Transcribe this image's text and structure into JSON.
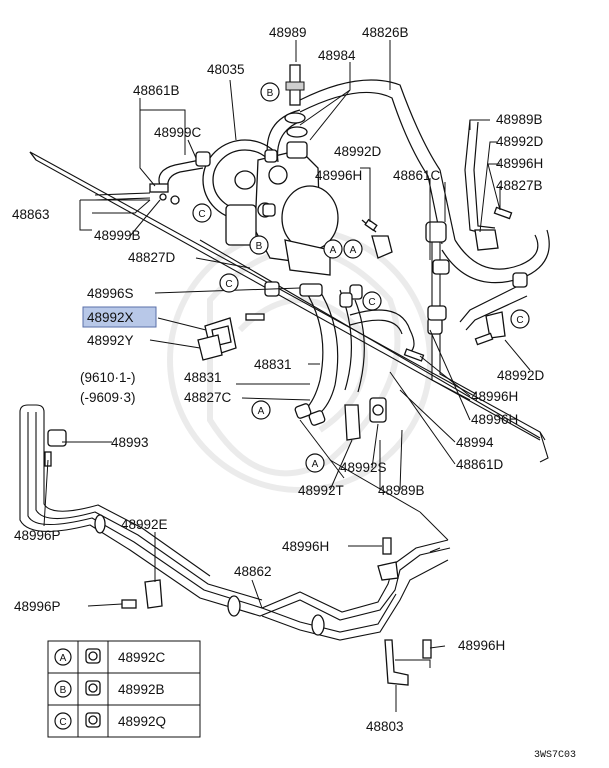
{
  "labels": {
    "p48989": "48989",
    "p48826B": "48826B",
    "p48035": "48035",
    "p48984": "48984",
    "p48861B": "48861B",
    "p48999C": "48999C",
    "p48992D_top": "48992D",
    "p48996H_mid": "48996H",
    "p48861C": "48861C",
    "p48989B_r": "48989B",
    "p48992D_r": "48992D",
    "p48996H_r": "48996H",
    "p48827B": "48827B",
    "p48863": "48863",
    "p48999B": "48999B",
    "p48827D": "48827D",
    "p48996S": "48996S",
    "p48992X": "48992X",
    "p48992Y": "48992Y",
    "p48831_a": "48831",
    "p48831_b": "48831",
    "p48827C": "48827C",
    "date_a": "(9610·1-)",
    "date_b": "(-9609·3)",
    "p48992D_br": "48992D",
    "p48996H_br1": "48996H",
    "p48996H_br2": "48996H",
    "p48994": "48994",
    "p48861D": "48861D",
    "p48993": "48993",
    "p48992S": "48992S",
    "p48992T": "48992T",
    "p48989B_b": "48989B",
    "p48996P_a": "48996P",
    "p48992E": "48992E",
    "p48996H_low": "48996H",
    "p48862": "48862",
    "p48996P_b": "48996P",
    "p48996H_bot": "48996H",
    "p48803": "48803"
  },
  "markers": {
    "A": "A",
    "B": "B",
    "C": "C"
  },
  "legend": {
    "rows": [
      {
        "marker": "A",
        "part": "48992C"
      },
      {
        "marker": "B",
        "part": "48992B"
      },
      {
        "marker": "C",
        "part": "48992Q"
      }
    ]
  },
  "diagram_code": "3WS7C03",
  "highlight_color": "#b8c8e8"
}
